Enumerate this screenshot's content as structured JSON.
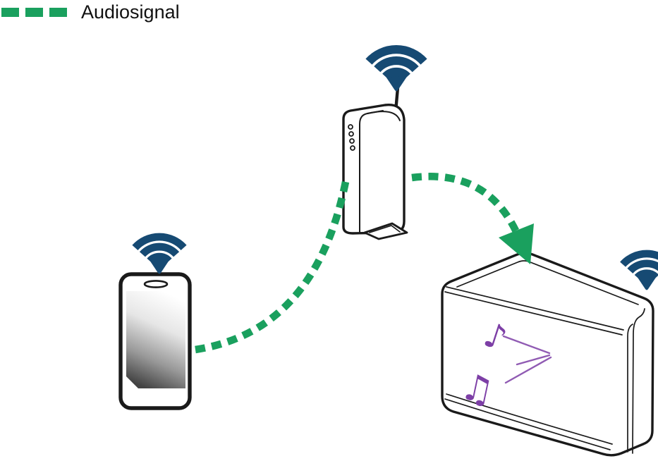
{
  "page": {
    "background": "#ffffff"
  },
  "legend": {
    "label": "Audiosignal",
    "dash_count": 3
  },
  "colors": {
    "signal_green": "#1aa05e",
    "wifi_blue": "#164a73",
    "note_purple": "#7d3fa6",
    "outline": "#1a1a1a",
    "text": "#111111"
  },
  "icons": {
    "wifi_icon": "three-arcs-with-dot",
    "single_music_note_glyph": "♪",
    "beamed_music_note_glyph": "♫",
    "device_icons": [
      "smartphone-icon",
      "wireless-router-icon",
      "network-speaker-icon"
    ],
    "arrow_icon": "dashed-curved-arrow"
  }
}
